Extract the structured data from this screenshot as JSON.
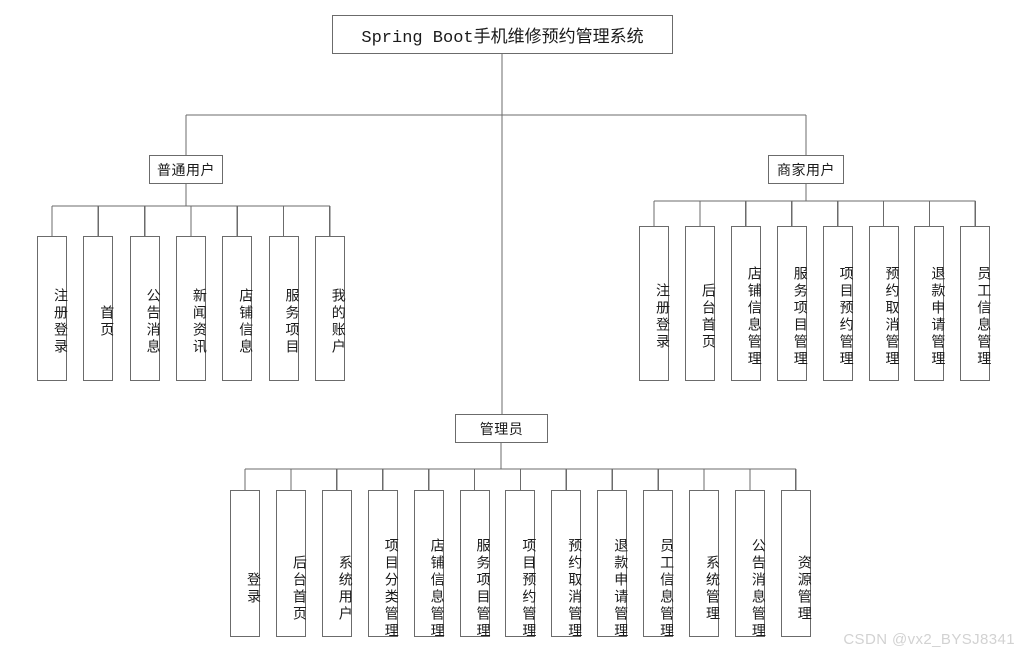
{
  "diagram": {
    "title": "Spring Boot手机维修预约管理系统",
    "root": {
      "label": "Spring Boot手机维修预约管理系统"
    },
    "branches": [
      {
        "key": "normal-user",
        "label": "普通用户",
        "leaves": [
          {
            "label": "注册登录"
          },
          {
            "label": "首页"
          },
          {
            "label": "公告消息"
          },
          {
            "label": "新闻资讯"
          },
          {
            "label": "店铺信息"
          },
          {
            "label": "服务项目"
          },
          {
            "label": "我的账户"
          }
        ]
      },
      {
        "key": "merchant-user",
        "label": "商家用户",
        "leaves": [
          {
            "label": "注册登录"
          },
          {
            "label": "后台首页"
          },
          {
            "label": "店铺信息管理"
          },
          {
            "label": "服务项目管理"
          },
          {
            "label": "项目预约管理"
          },
          {
            "label": "预约取消管理"
          },
          {
            "label": "退款申请管理"
          },
          {
            "label": "员工信息管理"
          }
        ]
      },
      {
        "key": "administrator",
        "label": "管理员",
        "leaves": [
          {
            "label": "登录"
          },
          {
            "label": "后台首页"
          },
          {
            "label": "系统用户"
          },
          {
            "label": "项目分类管理"
          },
          {
            "label": "店铺信息管理"
          },
          {
            "label": "服务项目管理"
          },
          {
            "label": "项目预约管理"
          },
          {
            "label": "预约取消管理"
          },
          {
            "label": "退款申请管理"
          },
          {
            "label": "员工信息管理"
          },
          {
            "label": "系统管理"
          },
          {
            "label": "公告消息管理"
          },
          {
            "label": "资源管理"
          }
        ]
      }
    ],
    "watermark": "CSDN @vx2_BYSJ8341",
    "colors": {
      "line": "#6b6b6b",
      "box_border": "#6b6b6b",
      "text": "#1a1a1a",
      "background": "#ffffff",
      "watermark": "#d2d2d2"
    }
  }
}
